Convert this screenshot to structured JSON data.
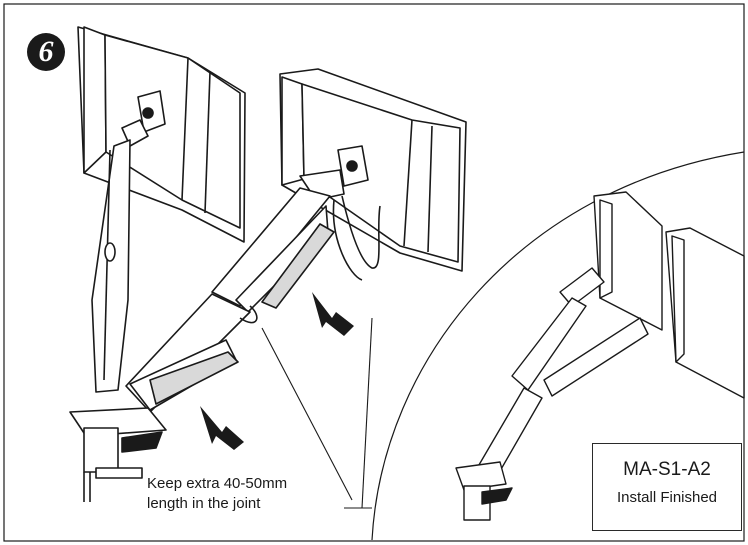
{
  "step_number": "6",
  "note": {
    "line1": "Keep extra 40-50mm",
    "line2": "length in the joint"
  },
  "model_box": {
    "model": "MA-S1-A2",
    "status": "Install Finished"
  },
  "colors": {
    "line": "#1a1a1a",
    "highlight_fill": "#d9d9d9",
    "background": "#ffffff"
  }
}
